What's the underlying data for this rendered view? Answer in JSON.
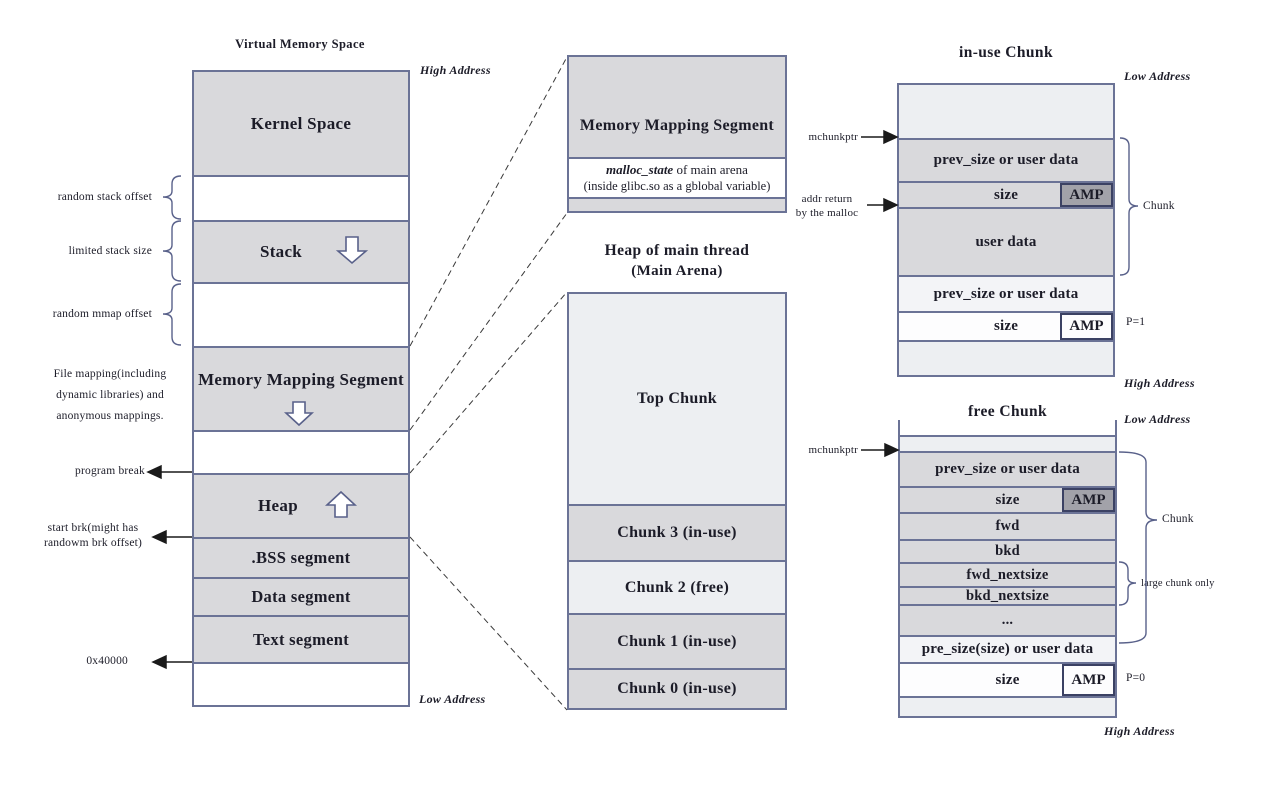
{
  "colors": {
    "box_border": "#6b7396",
    "fill_gray": "#d9d9dc",
    "fill_light": "#edeff2",
    "amp_fill": "#a2a2a9",
    "amp_border": "#3b4163",
    "ink": "#1c1c28"
  },
  "left_panel": {
    "title": "Virtual Memory Space",
    "high_address": "High Address",
    "low_address": "Low Address",
    "segments": {
      "kernel": "Kernel Space",
      "stack": "Stack",
      "mms": "Memory Mapping Segment",
      "heap": "Heap",
      "bss": ".BSS segment",
      "data": "Data segment",
      "text": "Text segment"
    },
    "annotations": {
      "random_stack_offset": "random stack offset",
      "limited_stack_size": "limited stack size",
      "random_mmap_offset": "random mmap offset",
      "file_mapping_line1": "File mapping(including",
      "file_mapping_line2": "dynamic libraries) and",
      "file_mapping_line3": "anonymous mappings.",
      "program_break": "program break",
      "start_brk_line1": "start brk(might has",
      "start_brk_line2": "randowm brk offset)",
      "base_address": "0x40000"
    }
  },
  "mms_detail": {
    "title": "Memory Mapping Segment",
    "malloc_state_emph": "malloc_state",
    "malloc_state_rest": " of main arena",
    "malloc_state_line2": "(inside glibc.so as a gblobal variable)"
  },
  "heap_detail": {
    "title_line1": "Heap of main thread",
    "title_line2": "(Main Arena)",
    "rows": [
      "Top Chunk",
      "Chunk 3 (in-use)",
      "Chunk 2 (free)",
      "Chunk 1 (in-use)",
      "Chunk 0 (in-use)"
    ]
  },
  "inuse_chunk": {
    "title": "in-use Chunk",
    "low_address": "Low Address",
    "high_address": "High Address",
    "mchunkptr": "mchunkptr",
    "addr_return_line1": "addr return",
    "addr_return_line2": "by the malloc",
    "rows": {
      "prev_size_top": "prev_size or user data",
      "size_top": "size",
      "amp_top": "AMP",
      "user_data": "user data",
      "prev_size_bottom": "prev_size or user data",
      "size_bottom": "size",
      "amp_bottom": "AMP"
    },
    "brace_label": "Chunk",
    "p_flag": "P=1"
  },
  "free_chunk": {
    "title": "free Chunk",
    "low_address": "Low Address",
    "high_address": "High Address",
    "mchunkptr": "mchunkptr",
    "rows": {
      "prev_size": "prev_size or user data",
      "size_top": "size",
      "amp_top": "AMP",
      "fwd": "fwd",
      "bkd": "bkd",
      "fwd_nextsize": "fwd_nextsize",
      "bkd_nextsize": "bkd_nextsize",
      "ellipsis": "...",
      "pre_size": "pre_size(size) or user data",
      "size_bottom": "size",
      "amp_bottom": "AMP"
    },
    "brace_label": "Chunk",
    "small_brace_label": "large chunk only",
    "p_flag": "P=0"
  }
}
